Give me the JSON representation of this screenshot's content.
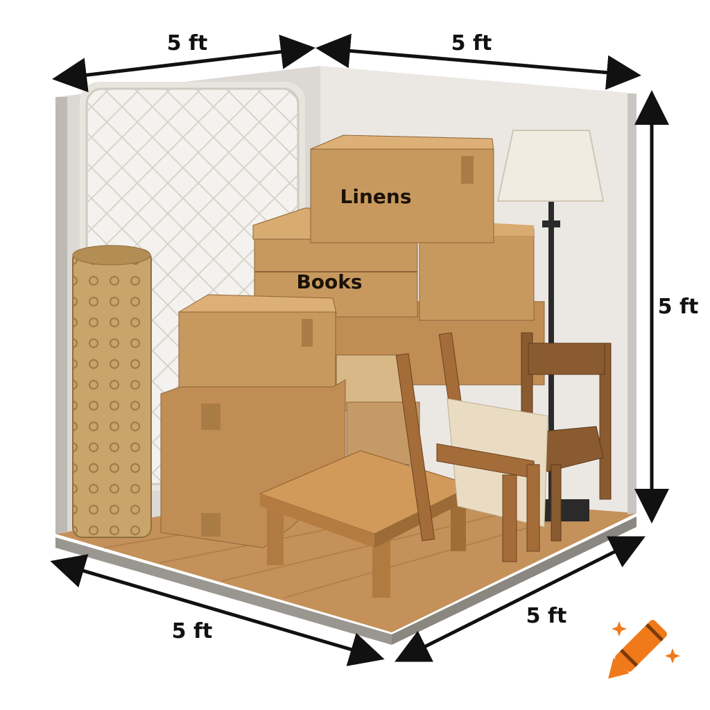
{
  "dimensions": {
    "top_left": "5 ft",
    "top_right": "5 ft",
    "right_height": "5 ft",
    "bottom_left": "5 ft",
    "bottom_right": "5 ft"
  },
  "box_labels": {
    "linens": "Linens",
    "books": "Books"
  },
  "colors": {
    "cardboard": "#c8995e",
    "wall": "#e9e6e2",
    "floor": "#c4915a",
    "logo_accent": "#f07a1a"
  },
  "logo": {
    "icon": "crayon-icon"
  }
}
